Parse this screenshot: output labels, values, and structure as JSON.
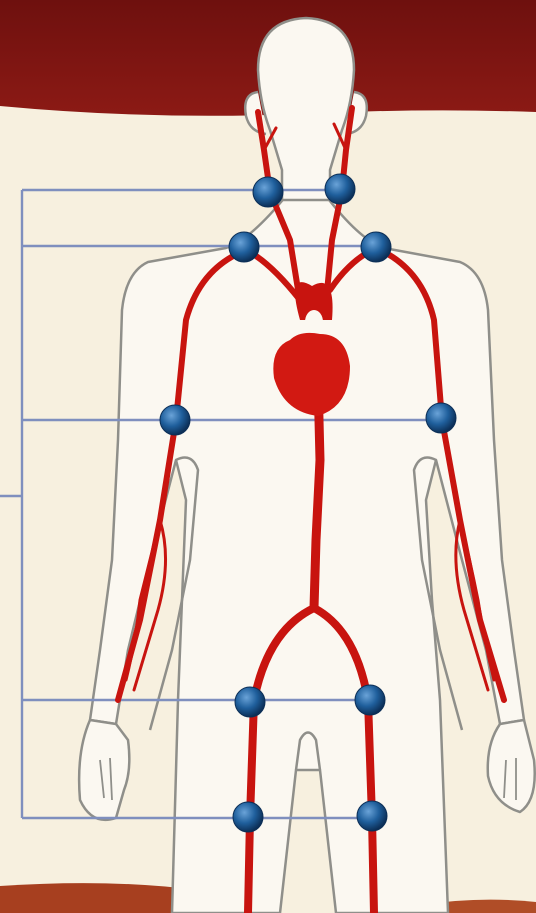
{
  "colors": {
    "page_background": "#f7f0df",
    "top_banner": "#7e1512",
    "bottom_band": "#a73f1f",
    "body_outline": "#8f8f8a",
    "body_fill": "#fbf8f1",
    "artery": "#c8140f",
    "heart": "#d21912",
    "pulse_point": "#1f5f9c",
    "leader_line": "#7f8fbe"
  },
  "diagram": {
    "subject": "human-circulatory-system-arteries",
    "pulse_points": [
      {
        "site": "carotid",
        "side": "right"
      },
      {
        "site": "carotid",
        "side": "left"
      },
      {
        "site": "subclavian",
        "side": "right"
      },
      {
        "site": "subclavian",
        "side": "left"
      },
      {
        "site": "brachial",
        "side": "right"
      },
      {
        "site": "brachial",
        "side": "left"
      },
      {
        "site": "femoral",
        "side": "right"
      },
      {
        "site": "femoral",
        "side": "left"
      },
      {
        "site": "popliteal",
        "side": "right"
      },
      {
        "site": "popliteal",
        "side": "left"
      }
    ]
  }
}
